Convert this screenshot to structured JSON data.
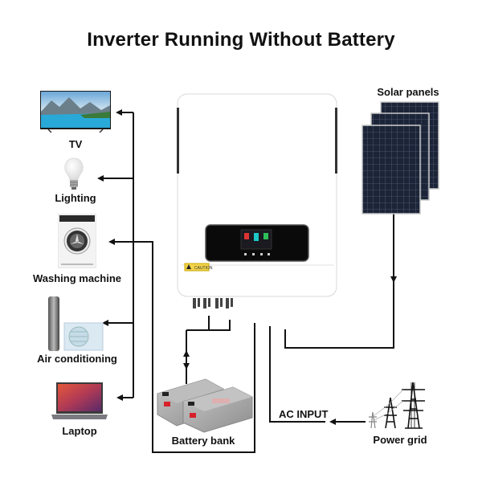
{
  "title": "Inverter Running Without Battery",
  "loads": [
    {
      "name": "tv",
      "label": "TV",
      "icon": "tv-icon"
    },
    {
      "name": "lighting",
      "label": "Lighting",
      "icon": "light-bulb-icon"
    },
    {
      "name": "washing-machine",
      "label": "Washing machine",
      "icon": "washing-machine-icon"
    },
    {
      "name": "air-conditioning",
      "label": "Air conditioning",
      "icon": "air-conditioner-icon"
    },
    {
      "name": "laptop",
      "label": "Laptop",
      "icon": "laptop-icon"
    }
  ],
  "sources": {
    "solar": {
      "label": "Solar panels",
      "icon": "solar-panel-icon"
    },
    "battery": {
      "label": "Battery bank",
      "icon": "battery-icon"
    },
    "grid": {
      "label": "Power grid",
      "icon": "power-tower-icon"
    }
  },
  "inverter": {
    "icon": "inverter-icon",
    "caution_label": "CAUTION"
  },
  "connections": {
    "ac_input_label": "AC INPUT"
  },
  "colors": {
    "wire": "#111111",
    "inverter_body": "#ffffff",
    "inverter_display": "#0a0a0a",
    "solar_cell": "#1c2538",
    "battery_body": "#a8a8a8",
    "terminal_red": "#d8202a"
  }
}
